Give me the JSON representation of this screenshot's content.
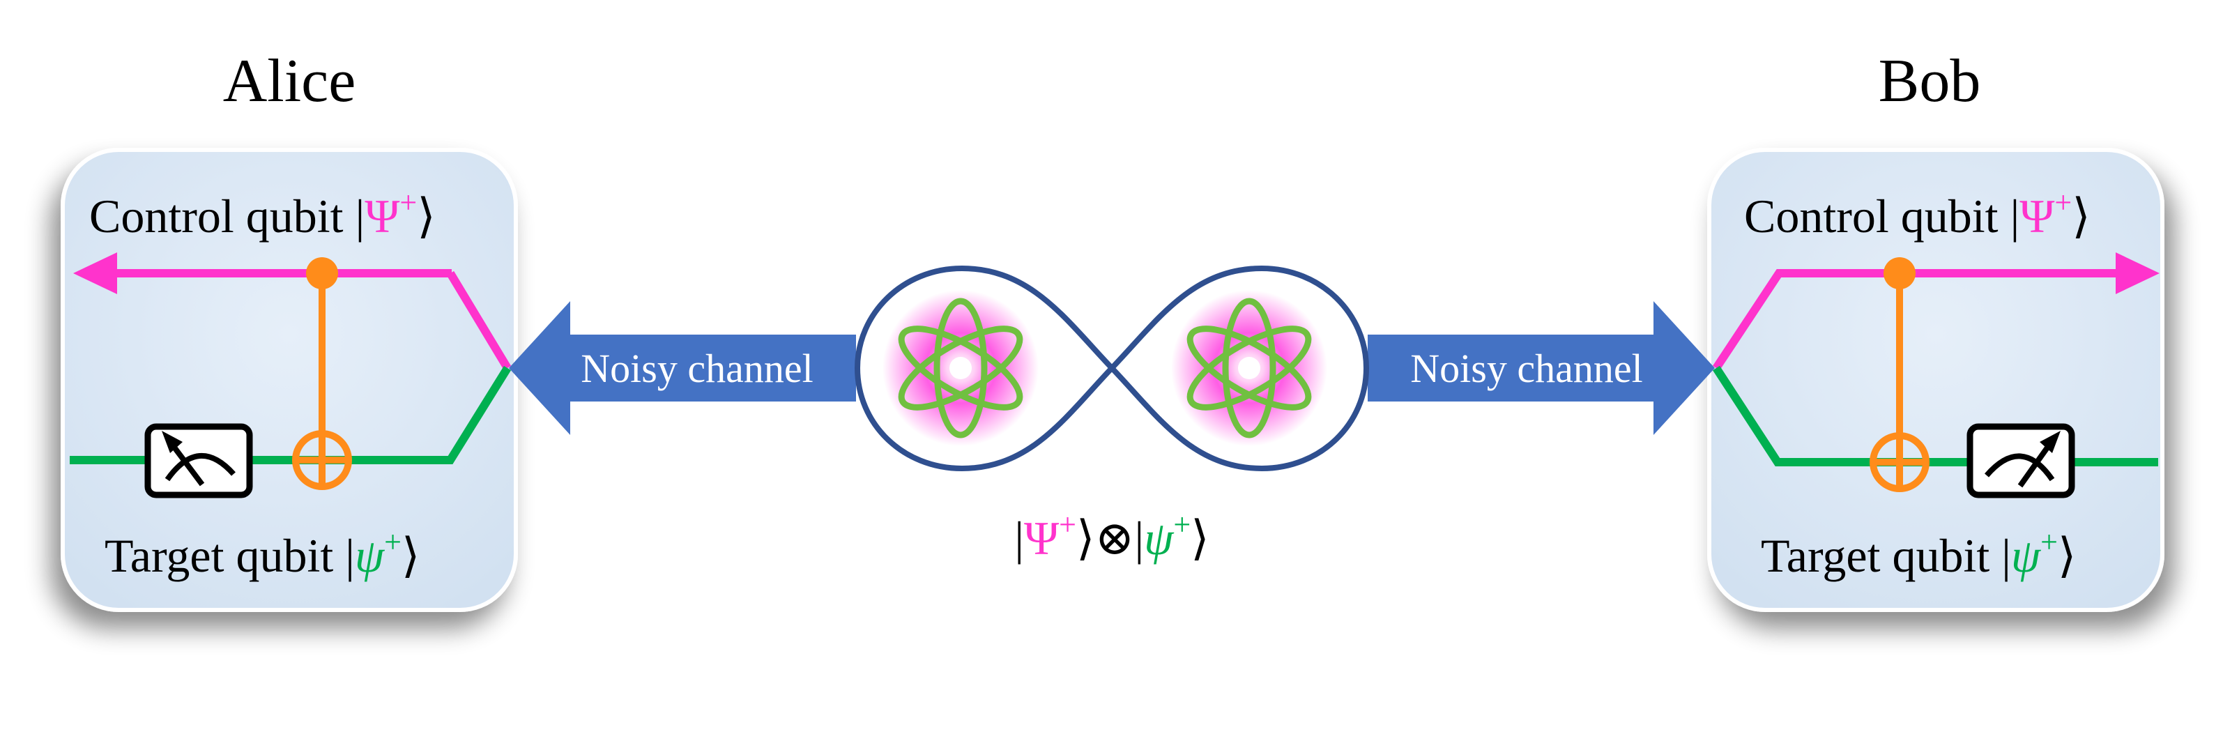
{
  "parties": {
    "left_name": "Alice",
    "right_name": "Bob"
  },
  "labels": {
    "control_prefix": "Control qubit |",
    "control_sym": "Ψ",
    "target_prefix": "Target qubit |",
    "target_sym": "ψ",
    "plus": "+",
    "ket_close": "⟩",
    "bar": "|",
    "tensor": "⟩⊗|"
  },
  "channel": {
    "left_label": "Noisy channel",
    "right_label": "Noisy channel"
  },
  "colors": {
    "control_line": "#ff33cc",
    "target_line": "#00b050",
    "cnot": "#ff8c1a",
    "channel_fill": "#4472c4",
    "box_fill": "#dce8f5",
    "loop_stroke": "#2f4f8f",
    "atom_orbit": "#70c040",
    "atom_glow": "#ff40e0"
  },
  "icons": [
    "meter-icon",
    "atom-icon",
    "cnot-target-icon"
  ]
}
